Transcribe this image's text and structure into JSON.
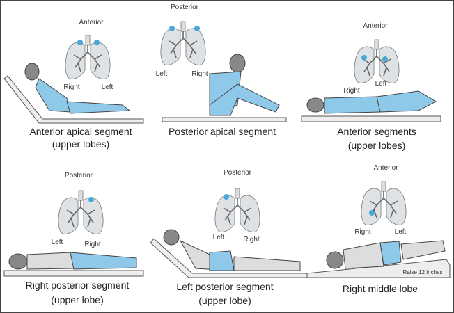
{
  "colors": {
    "spot": "#4aa8d8",
    "gown": "#8ec9ea",
    "lung": "#d8dcdf",
    "outline": "#555555"
  },
  "panels": [
    {
      "view": "Anterior",
      "side_a": "Right",
      "side_b": "Left",
      "caption": "Anterior apical segment",
      "sub": "(upper lobes)"
    },
    {
      "view": "Posterior",
      "side_a": "Left",
      "side_b": "Right",
      "caption": "Posterior apical segment",
      "sub": ""
    },
    {
      "view": "Anterior",
      "side_a": "Right",
      "side_b": "Left",
      "caption": "Anterior segments",
      "sub": "(upper lobes)"
    },
    {
      "view": "Posterior",
      "side_a": "Left",
      "side_b": "Right",
      "caption": "Right posterior segment",
      "sub": "(upper lobe)"
    },
    {
      "view": "Posterior",
      "side_a": "Left",
      "side_b": "Right",
      "caption": "Left posterior segment",
      "sub": "(upper lobe)"
    },
    {
      "view": "Anterior",
      "side_a": "Right",
      "side_b": "Left",
      "caption": "Right middle lobe",
      "sub": "",
      "note": "Raise 12 inches"
    }
  ]
}
